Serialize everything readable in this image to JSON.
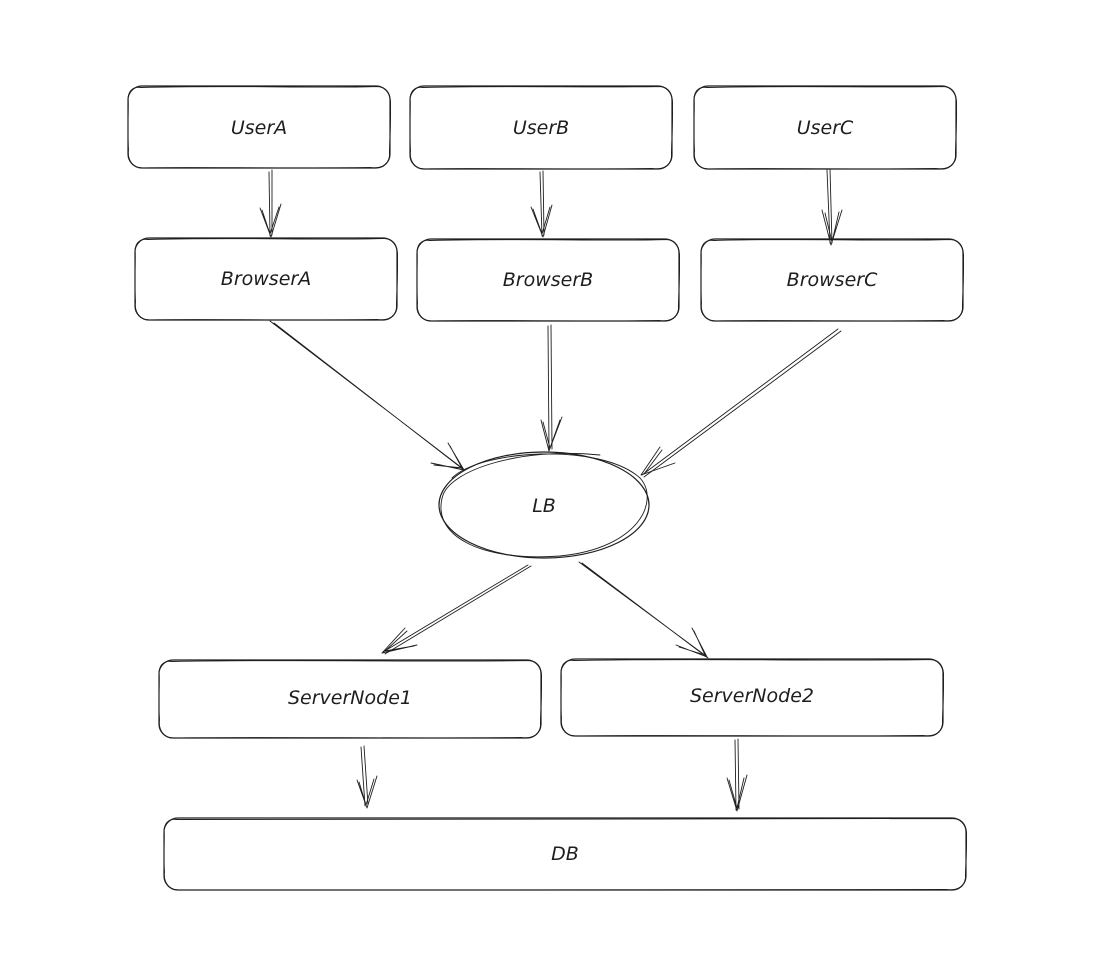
{
  "diagram": {
    "nodes": {
      "user_a": "UserA",
      "user_b": "UserB",
      "user_c": "UserC",
      "browser_a": "BrowserA",
      "browser_b": "BrowserB",
      "browser_c": "BrowserC",
      "lb": "LB",
      "server_node_1": "ServerNode1",
      "server_node_2": "ServerNode2",
      "db": "DB"
    },
    "edges": [
      {
        "from": "UserA",
        "to": "BrowserA"
      },
      {
        "from": "UserB",
        "to": "BrowserB"
      },
      {
        "from": "UserC",
        "to": "BrowserC"
      },
      {
        "from": "BrowserA",
        "to": "LB"
      },
      {
        "from": "BrowserB",
        "to": "LB"
      },
      {
        "from": "BrowserC",
        "to": "LB"
      },
      {
        "from": "LB",
        "to": "ServerNode1"
      },
      {
        "from": "LB",
        "to": "ServerNode2"
      },
      {
        "from": "ServerNode1",
        "to": "DB"
      },
      {
        "from": "ServerNode2",
        "to": "DB"
      }
    ]
  },
  "style": {
    "stroke_color": "#1e1e1e",
    "background": "#ffffff"
  }
}
